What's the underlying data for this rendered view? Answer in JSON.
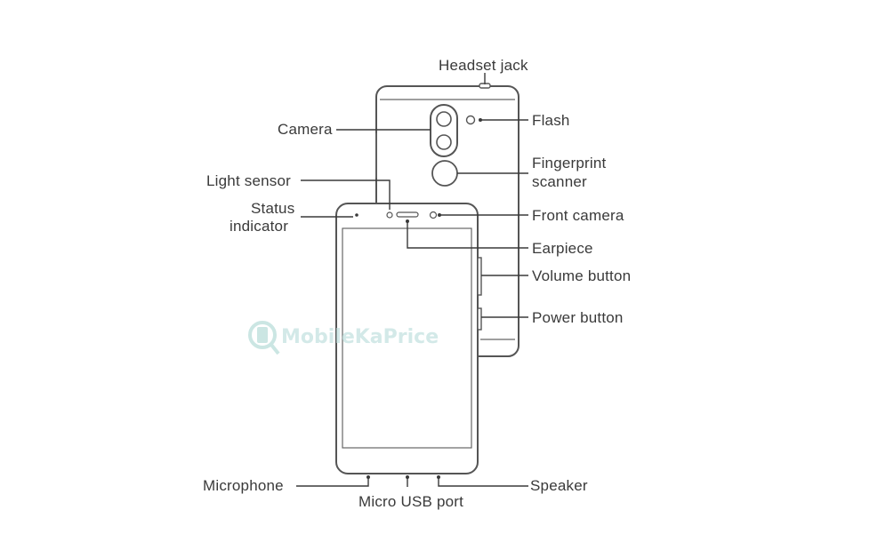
{
  "labels": {
    "headset_jack": "Headset jack",
    "camera": "Camera",
    "flash": "Flash",
    "fingerprint_line1": "Fingerprint",
    "fingerprint_line2": "scanner",
    "light_sensor": "Light sensor",
    "status_line1": "Status",
    "status_line2": "indicator",
    "front_camera": "Front camera",
    "earpiece": "Earpiece",
    "volume_button": "Volume button",
    "power_button": "Power button",
    "microphone": "Microphone",
    "micro_usb_port": "Micro USB port",
    "speaker": "Speaker"
  },
  "watermark": {
    "text": "MobileKaPrice",
    "color": "#bfe0dd",
    "icon": "magnifier-phone-icon"
  },
  "colors": {
    "outline": "#555555",
    "text": "#3a3a3a",
    "background": "#ffffff"
  }
}
